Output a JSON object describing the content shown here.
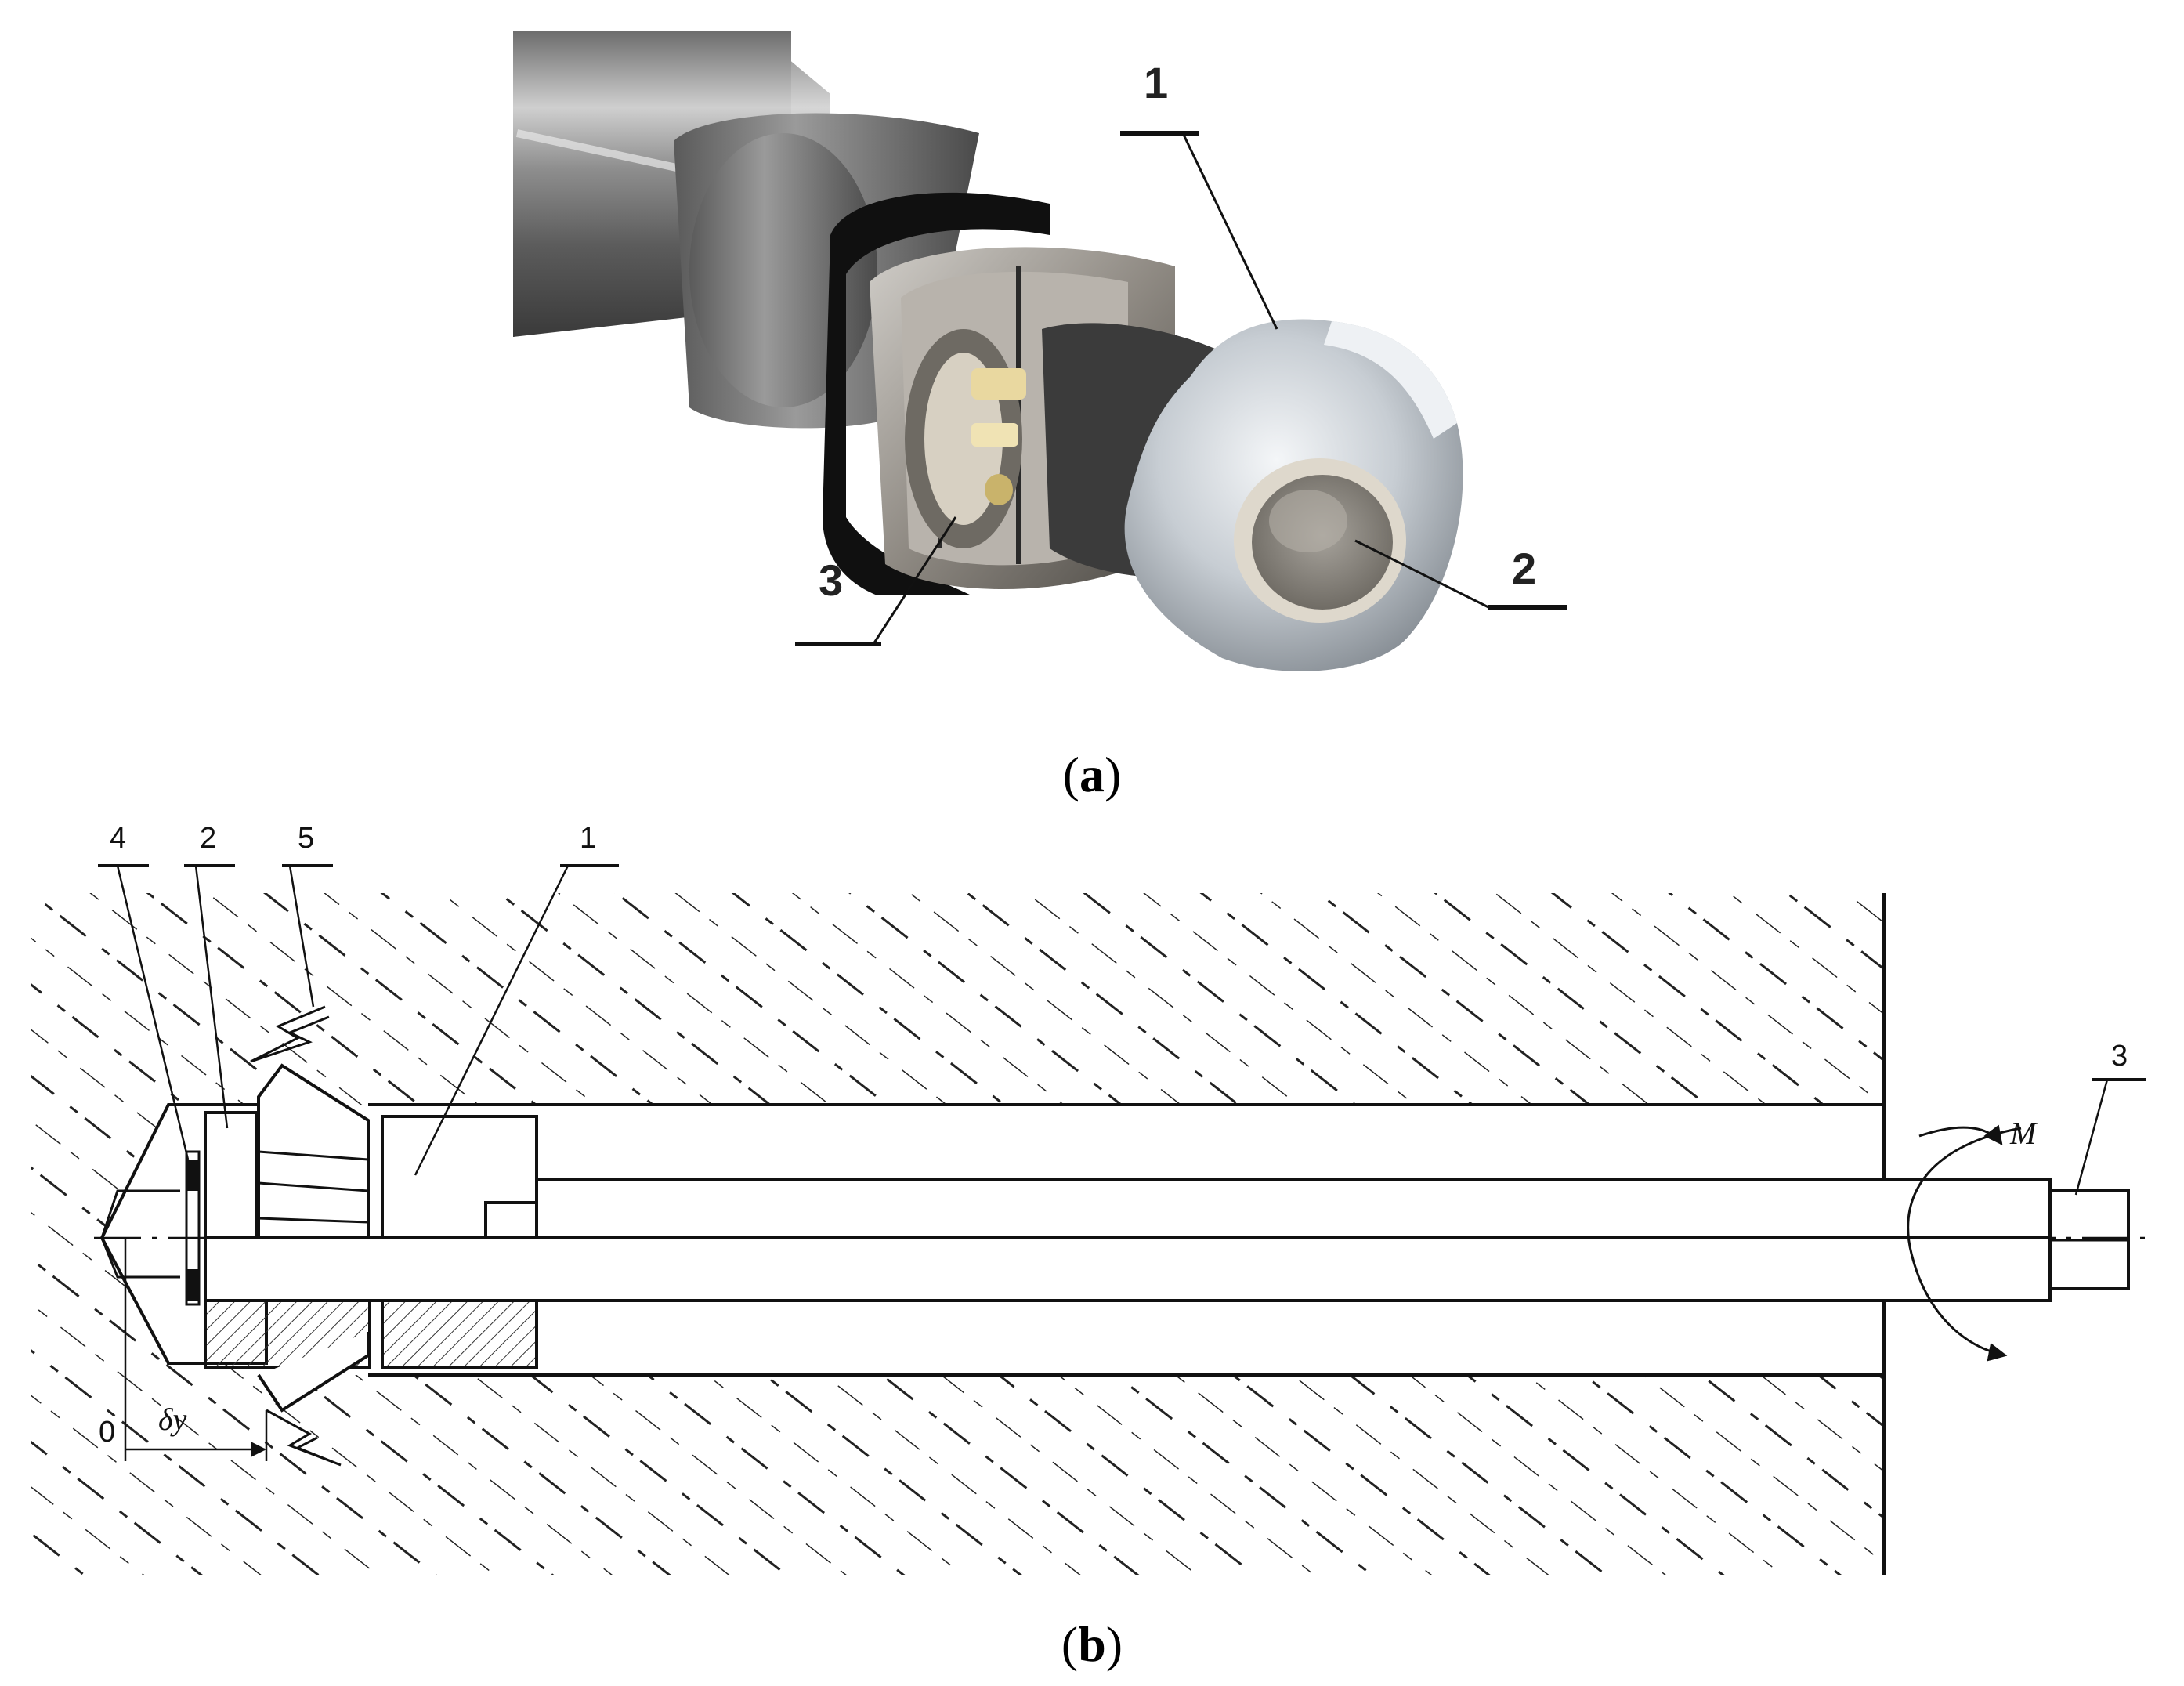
{
  "panel_a": {
    "caption_open": "(",
    "caption_letter": "a",
    "caption_close": ")",
    "callouts": [
      {
        "label": "1"
      },
      {
        "label": "2"
      },
      {
        "label": "3"
      }
    ]
  },
  "panel_b": {
    "caption_open": "(",
    "caption_letter": "b",
    "caption_close": ")",
    "callouts": [
      {
        "label": "4"
      },
      {
        "label": "2"
      },
      {
        "label": "5"
      },
      {
        "label": "1"
      },
      {
        "label": "3"
      }
    ],
    "moment_label": "M",
    "displacement_label": "δy",
    "origin_label": "0"
  },
  "colors": {
    "ink": "#111111",
    "hatch": "#222222",
    "steel_dark": "#4a4a4a",
    "steel_light": "#d9dcdf",
    "rubber": "#101010"
  }
}
